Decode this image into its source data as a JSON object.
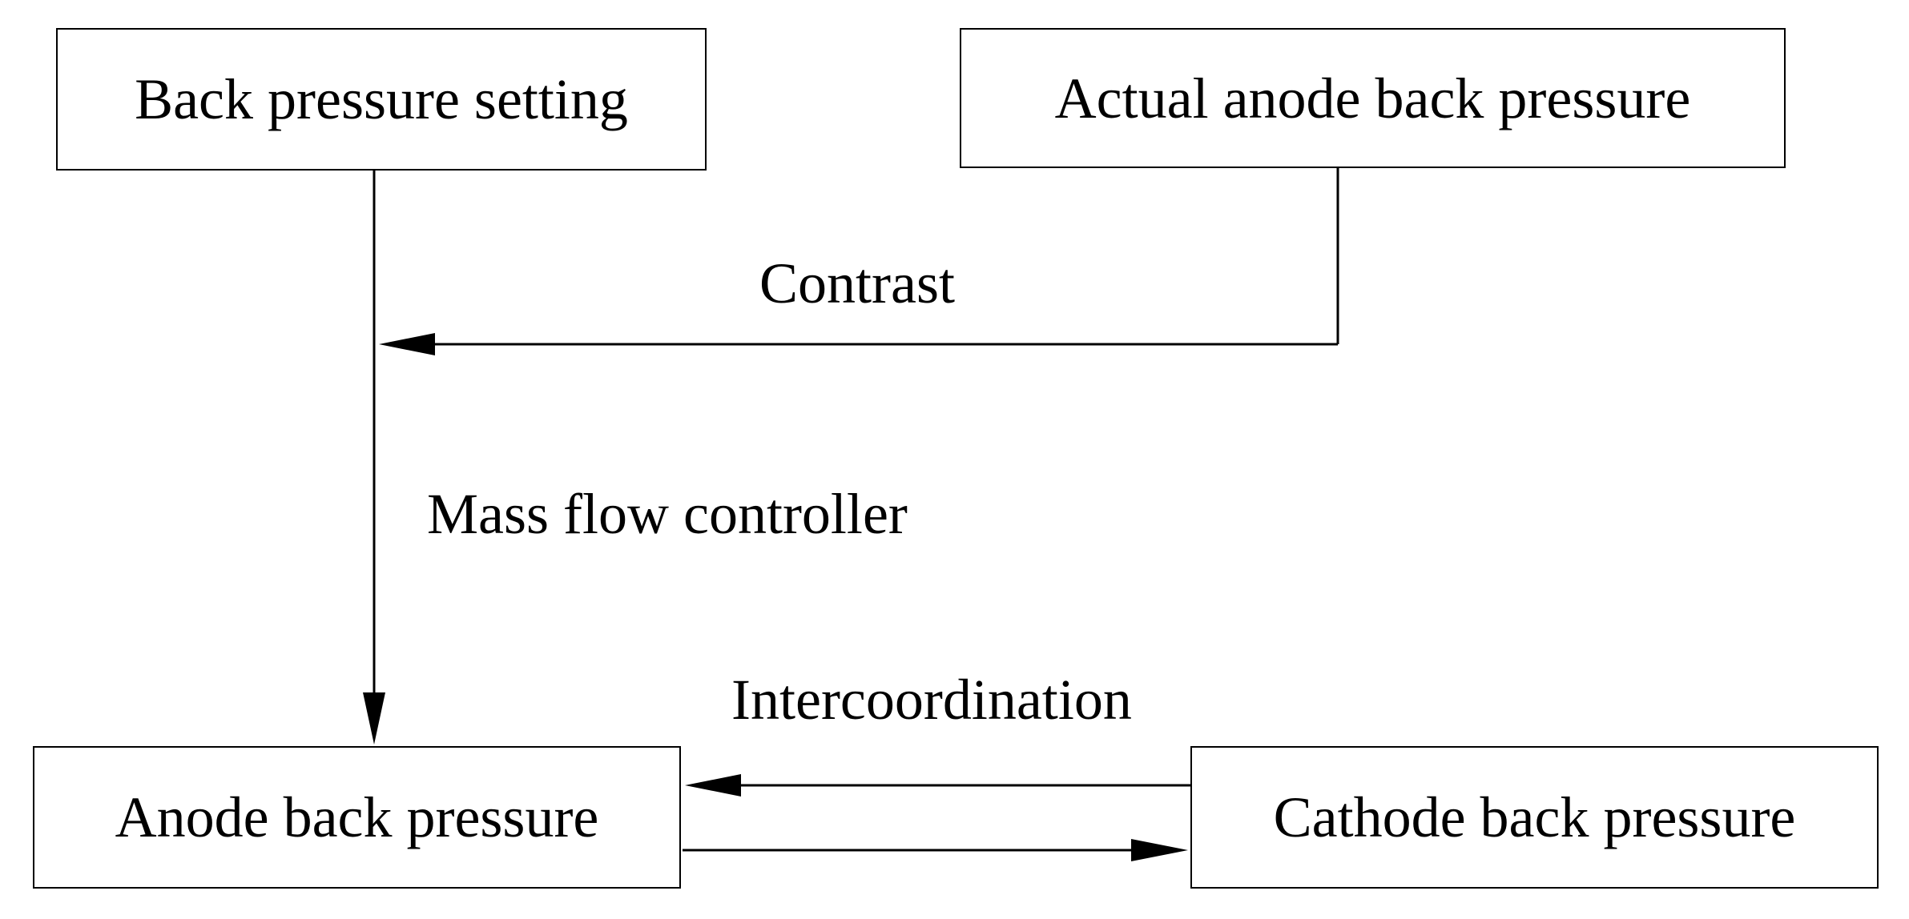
{
  "diagram": {
    "nodes": {
      "back_pressure_setting": "Back pressure setting",
      "actual_anode_back_pressure": "Actual anode back pressure",
      "anode_back_pressure": "Anode back pressure",
      "cathode_back_pressure": "Cathode back pressure"
    },
    "edge_labels": {
      "contrast": "Contrast",
      "mass_flow_controller": "Mass flow controller",
      "intercoordination": "Intercoordination"
    },
    "edges": [
      {
        "from": "back_pressure_setting",
        "to": "anode_back_pressure",
        "label": "mass_flow_controller"
      },
      {
        "from": "actual_anode_back_pressure",
        "to": "back_pressure_setting_line",
        "label": "contrast"
      },
      {
        "from": "cathode_back_pressure",
        "to": "anode_back_pressure",
        "label": "intercoordination"
      },
      {
        "from": "anode_back_pressure",
        "to": "cathode_back_pressure"
      }
    ],
    "colors": {
      "stroke": "#000000",
      "background": "#ffffff"
    }
  }
}
